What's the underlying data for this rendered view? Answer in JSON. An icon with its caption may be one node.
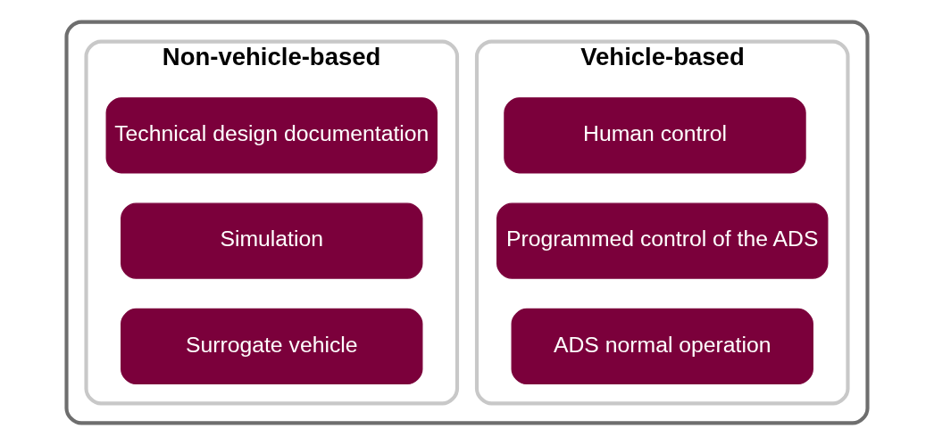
{
  "diagram": {
    "nodes": [
      {
        "text": [],
        "shape": "box"
      },
      {
        "text": [
          "Vehicle-based"
        ],
        "in": 0
      },
      {
        "text": [
          "Human control"
        ],
        "in": 1
      },
      {
        "text": [
          "Programmed control of the ADS"
        ],
        "in": 1
      },
      {
        "text": [
          "ADS normal operation"
        ],
        "in": 1
      },
      {
        "text": [
          "Non-vehicle-based"
        ],
        "in": 0
      },
      {
        "text": [
          "Technical design documentation"
        ],
        "in": 5
      },
      {
        "text": [
          "Simulation"
        ],
        "in": 5
      },
      {
        "text": [
          "Surrogate vehicle"
        ],
        "in": 5
      }
    ],
    "edges": []
  }
}
